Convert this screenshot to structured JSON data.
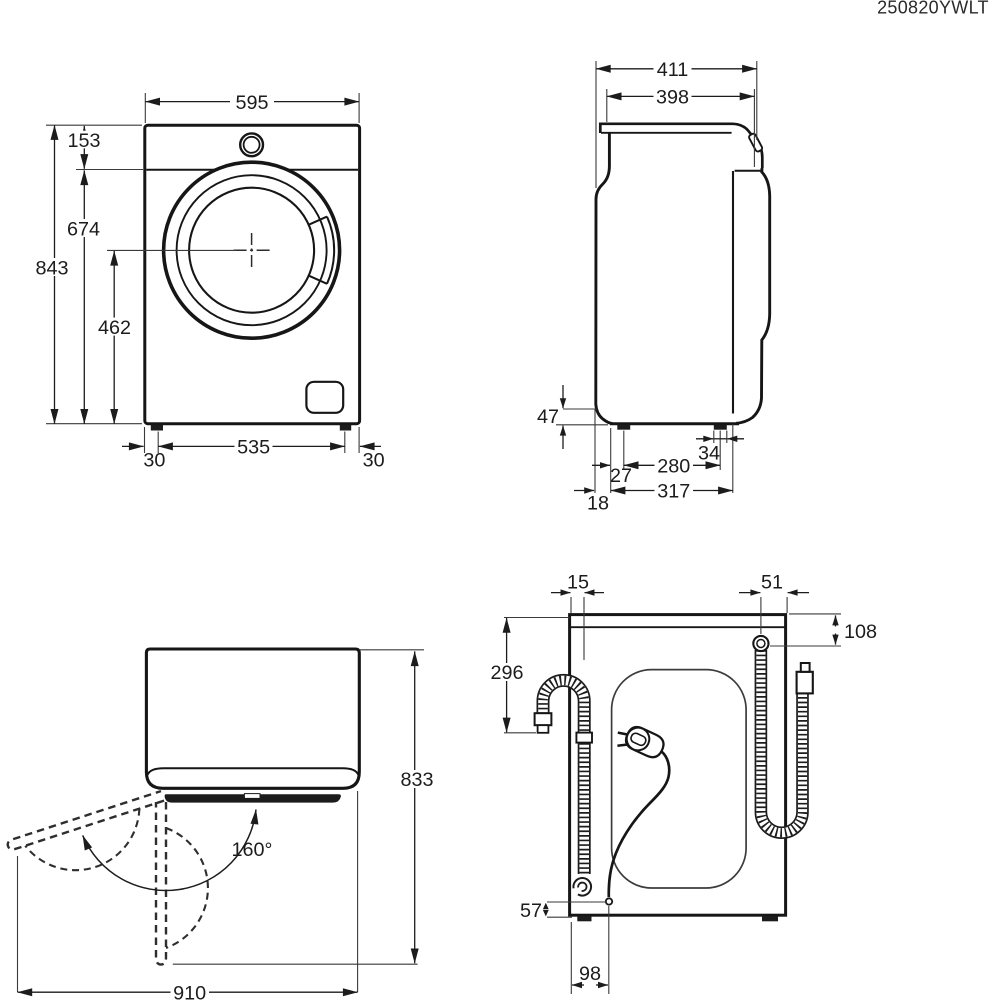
{
  "document": {
    "type": "technical-dimension-diagram",
    "subject": "washing machine installation drawing",
    "code": "250820YWLT",
    "background_color": "#ffffff",
    "ink_color": "#1c1c1c",
    "units": "mm"
  },
  "views": {
    "front": {
      "label": "front-view",
      "dims": {
        "width": "595",
        "height": "843",
        "top_panel_height": "153",
        "door_center_from_panel": "674",
        "door_center_to_bottom": "462",
        "feet_spacing": "535",
        "foot_inset_left": "30",
        "foot_inset_right": "30"
      }
    },
    "side": {
      "label": "side-view",
      "dims": {
        "depth_total": "411",
        "depth_body": "398",
        "plinth_height": "47",
        "foot_width": "34",
        "feet_spacing": "280",
        "rear_foot_offset": "27",
        "feet_span": "317",
        "rear_clearance": "18"
      }
    },
    "top": {
      "label": "top-view-door-open",
      "dims": {
        "door_angle": "160°",
        "depth_with_open_door": "833",
        "width_with_open_door": "910"
      }
    },
    "rear": {
      "label": "rear-view",
      "dims": {
        "drain_hose_offset": "15",
        "inlet_hose_offset": "51",
        "inlet_height": "108",
        "drain_hook_height": "296",
        "cord_exit_height": "57",
        "cord_exit_offset": "98"
      }
    }
  }
}
